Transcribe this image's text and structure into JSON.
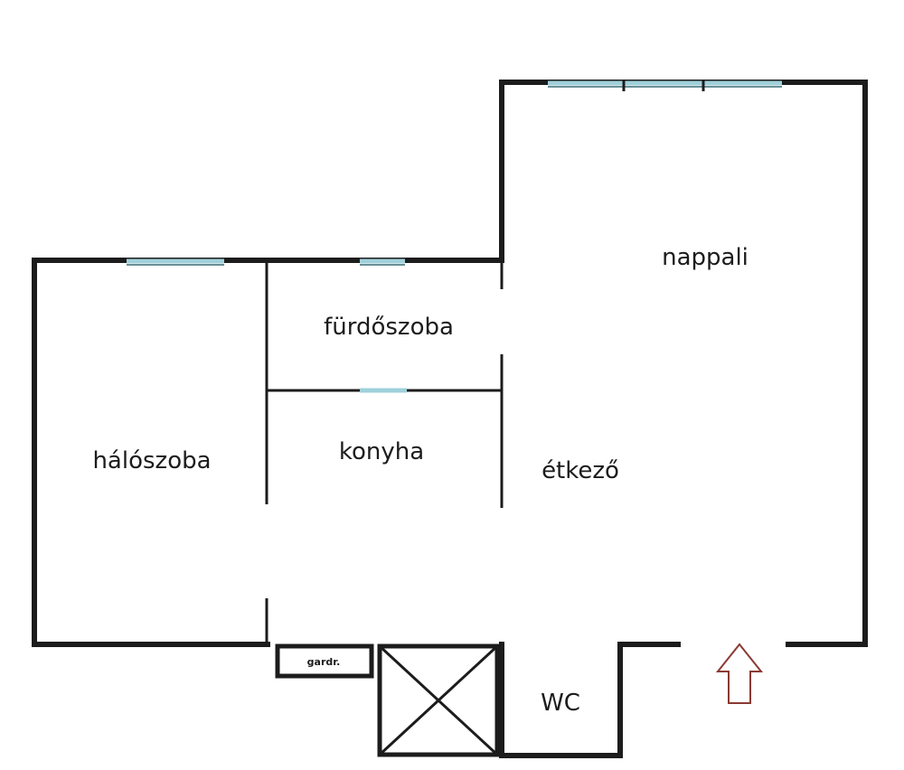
{
  "rooms": {
    "nappali": "nappali",
    "furdoszoba": "fürdőszoba",
    "haloszoba": "hálószoba",
    "konyha": "konyha",
    "etkezo": "étkező",
    "wc": "WC",
    "gardrob": "gardr."
  },
  "colors": {
    "wall": "#1c1c1c",
    "window": "#9fd0da",
    "entrance_arrow": "#8a3a32"
  },
  "icons": {
    "entrance": "arrow-up-icon",
    "shaft": "crossed-box-icon"
  }
}
